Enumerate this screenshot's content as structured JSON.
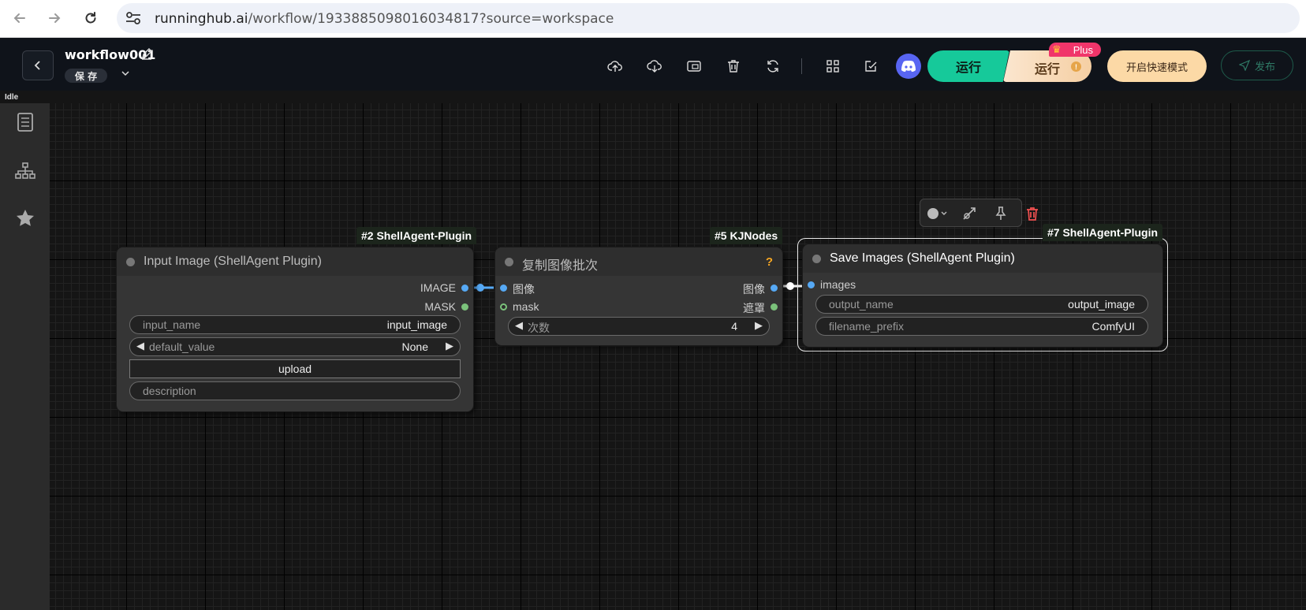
{
  "browser": {
    "url_host": "runninghub.ai",
    "url_path": "/workflow/1933885098016034817?source=workspace"
  },
  "header": {
    "workflow_title": "workflow001",
    "save_label": "保 存",
    "run_label": "运行",
    "run_plus_label": "运行",
    "plus_badge": "Plus",
    "fast_mode_label": "开启快速模式",
    "publish_label": "发布"
  },
  "status": {
    "text": "Idle"
  },
  "nodes": {
    "input_image": {
      "tag": "#2 ShellAgent-Plugin",
      "title": "Input Image (ShellAgent Plugin)",
      "outputs": [
        "IMAGE",
        "MASK"
      ],
      "widgets": {
        "input_name": {
          "label": "input_name",
          "value": "input_image"
        },
        "default_value": {
          "label": "default_value",
          "value": "None"
        },
        "upload": {
          "label": "upload"
        },
        "description": {
          "label": "description",
          "value": ""
        }
      }
    },
    "batch": {
      "tag": "#5 KJNodes",
      "title": "复制图像批次",
      "help": "?",
      "inputs": [
        "图像",
        "mask"
      ],
      "outputs": [
        "图像",
        "遮罩"
      ],
      "widgets": {
        "count": {
          "label": "次数",
          "value": "4"
        }
      }
    },
    "save_images": {
      "tag": "#7 ShellAgent-Plugin",
      "title": "Save Images (ShellAgent Plugin)",
      "inputs": [
        "images"
      ],
      "widgets": {
        "output_name": {
          "label": "output_name",
          "value": "output_image"
        },
        "filename_prefix": {
          "label": "filename_prefix",
          "value": "ComfyUI"
        }
      }
    }
  },
  "colors": {
    "run_green": "#16c99a",
    "plus_pink": "#f0356a",
    "fast_mode_bg": "#fcd9a6",
    "link_blue": "#56a9f5"
  }
}
